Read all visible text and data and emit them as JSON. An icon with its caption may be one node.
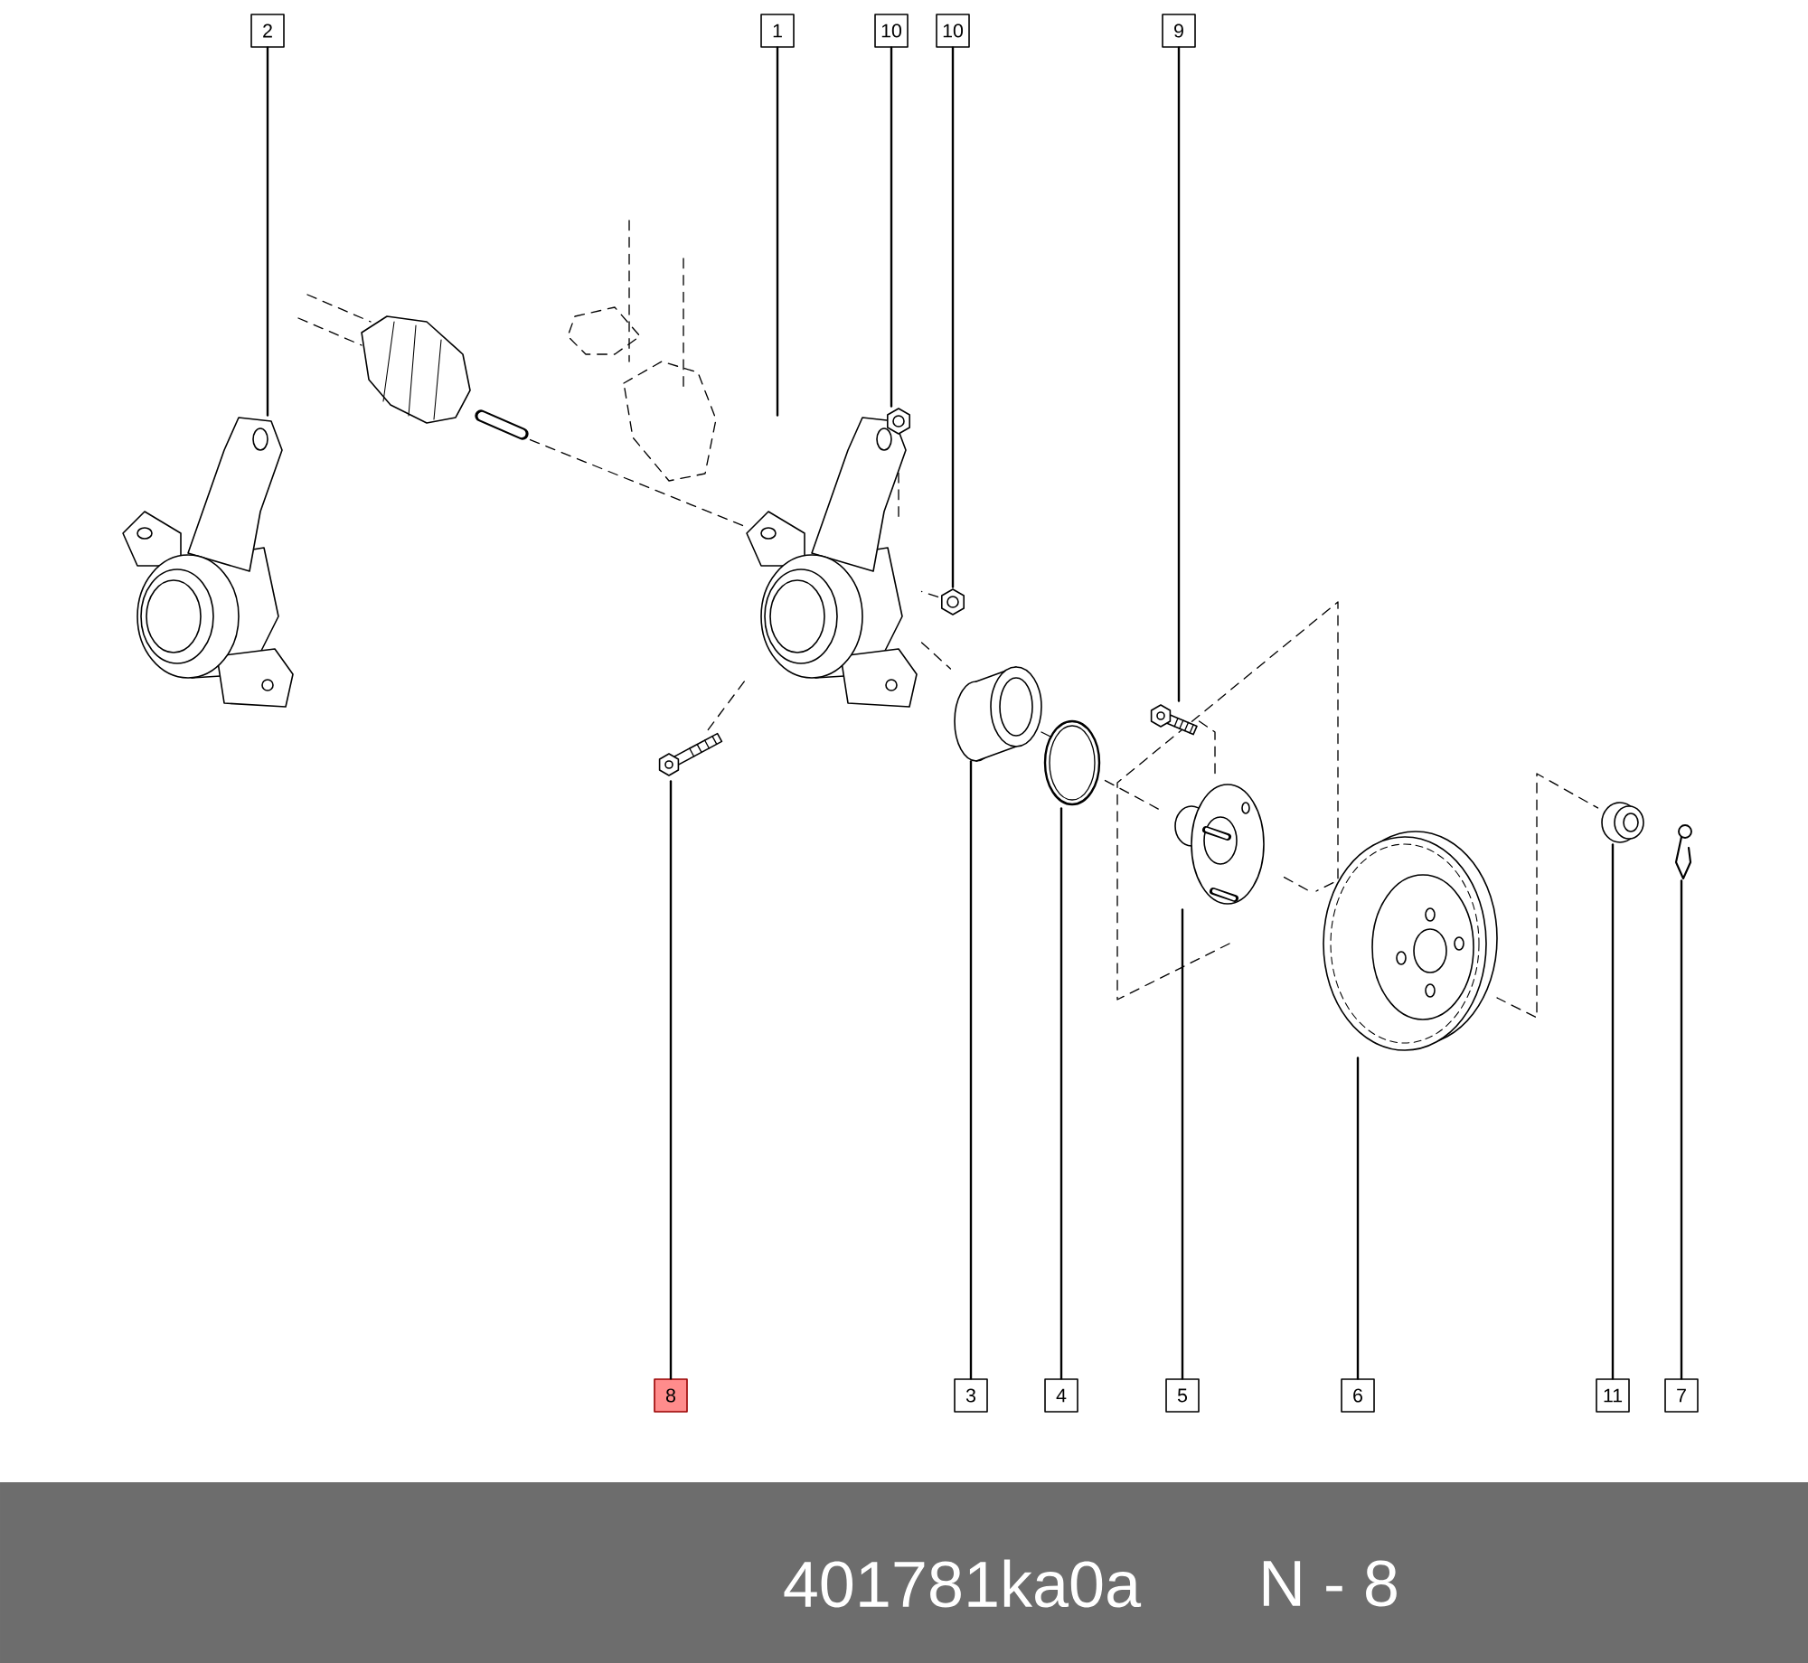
{
  "diagram": {
    "nodes": [
      {
        "text": [
          "2"
        ]
      },
      {
        "text": [
          "1"
        ]
      },
      {
        "text": [
          "10"
        ]
      },
      {
        "text": [
          "10"
        ]
      },
      {
        "text": [
          "9"
        ]
      },
      {
        "text": [
          "8"
        ]
      },
      {
        "text": [
          "3"
        ]
      },
      {
        "text": [
          "4"
        ]
      },
      {
        "text": [
          "5"
        ]
      },
      {
        "text": [
          "6"
        ]
      },
      {
        "text": [
          "11"
        ]
      },
      {
        "text": [
          "7"
        ]
      },
      {
        "text": [],
        "shape": "picture"
      },
      {
        "text": [],
        "shape": "picture"
      },
      {
        "text": [],
        "shape": "picture"
      },
      {
        "text": [],
        "shape": "picture"
      },
      {
        "text": [],
        "shape": "picture"
      },
      {
        "text": [],
        "shape": "picture"
      },
      {
        "text": [],
        "shape": "picture"
      },
      {
        "text": [],
        "shape": "picture"
      },
      {
        "text": [],
        "shape": "picture"
      },
      {
        "text": [],
        "shape": "picture"
      },
      {
        "text": [],
        "shape": "picture"
      },
      {
        "text": [],
        "shape": "picture"
      },
      {
        "text": [],
        "shape": "picture"
      }
    ],
    "edges": [
      {
        "from": 0,
        "to": 12,
        "arrow": "none"
      },
      {
        "from": 1,
        "to": 13,
        "arrow": "none"
      },
      {
        "from": 2,
        "to": 14,
        "arrow": "none"
      },
      {
        "from": 3,
        "to": 15,
        "arrow": "none"
      },
      {
        "from": 4,
        "to": 16,
        "arrow": "none"
      },
      {
        "from": 5,
        "to": 17,
        "arrow": "none"
      },
      {
        "from": 6,
        "to": 18,
        "arrow": "none"
      },
      {
        "from": 7,
        "to": 19,
        "arrow": "none"
      },
      {
        "from": 8,
        "to": 20,
        "arrow": "none"
      },
      {
        "from": 9,
        "to": 21,
        "arrow": "none"
      },
      {
        "from": 10,
        "to": 22,
        "arrow": "none"
      },
      {
        "from": 11,
        "to": 23,
        "arrow": "none"
      },
      {
        "from": 24,
        "to": 13,
        "arrow": "none",
        "style": "dashed"
      },
      {
        "from": 15,
        "to": 13,
        "arrow": "none",
        "style": "dashed"
      },
      {
        "from": 17,
        "to": 13,
        "arrow": "none",
        "style": "dashed"
      },
      {
        "from": 13,
        "to": 18,
        "arrow": "none",
        "style": "dashed"
      },
      {
        "from": 19,
        "to": 20,
        "arrow": "none",
        "style": "dashed"
      },
      {
        "from": 16,
        "to": 20,
        "arrow": "none",
        "style": "dashed"
      },
      {
        "from": 20,
        "to": 21,
        "arrow": "none",
        "style": "dashed"
      },
      {
        "from": 21,
        "to": 22,
        "arrow": "none",
        "style": "dashed"
      }
    ],
    "labels": [
      "401781ka0a",
      "N - 8"
    ]
  }
}
